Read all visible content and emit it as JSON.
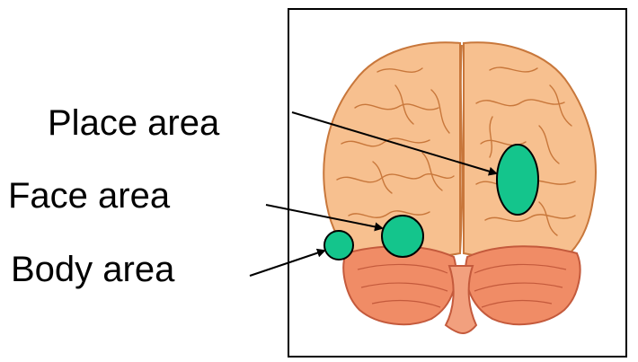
{
  "labels": {
    "place": "Place area",
    "face": "Face area",
    "body": "Body area"
  },
  "colors": {
    "cortex": "#f7c08f",
    "cortex_outline": "#c8773b",
    "cerebellum": "#f08c66",
    "cerebellum_outline": "#c45a3c",
    "highlight_region": "#14c58c",
    "frame": "#000000",
    "background": "#ffffff"
  },
  "regions": [
    {
      "id": "place",
      "shape": "ellipse"
    },
    {
      "id": "face",
      "shape": "circle"
    },
    {
      "id": "body",
      "shape": "circle"
    }
  ]
}
